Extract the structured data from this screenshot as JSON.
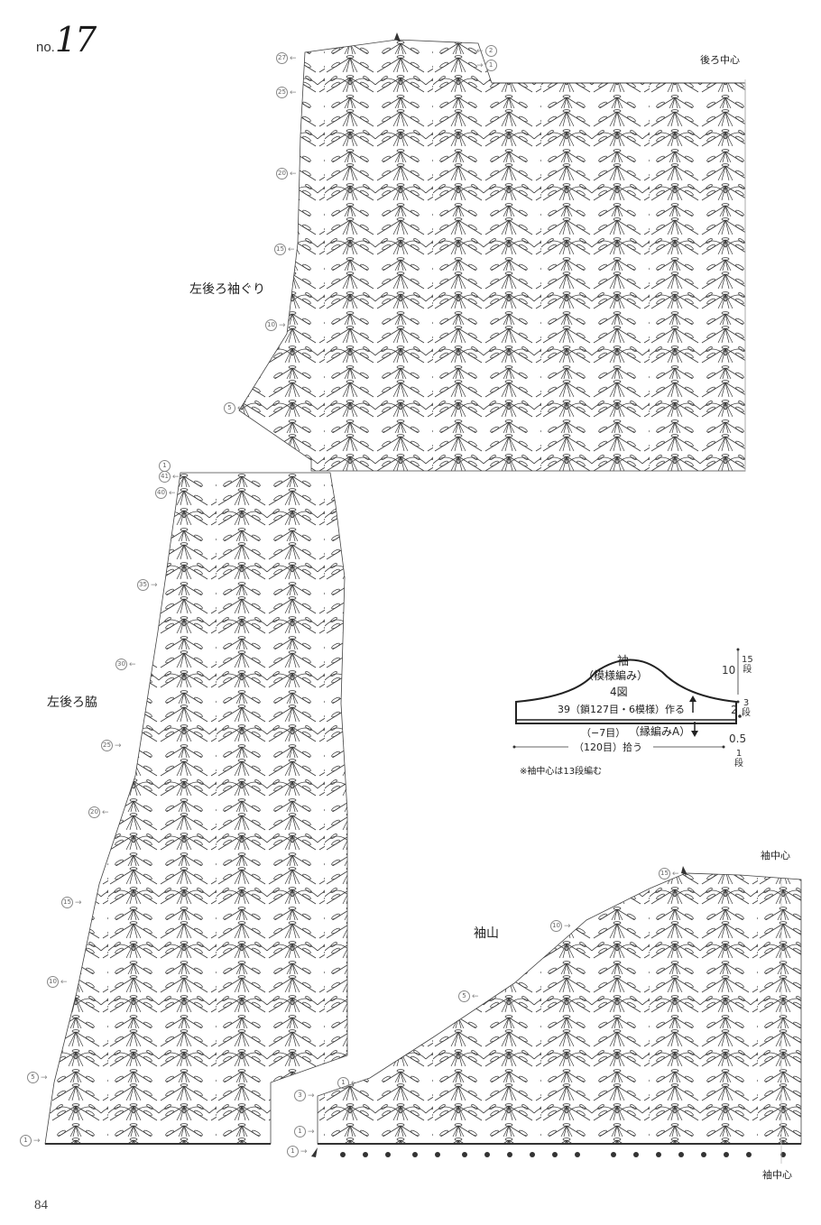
{
  "header": {
    "no_prefix": "no.",
    "pattern_number": "17"
  },
  "footer": {
    "page_number": "84"
  },
  "sections": {
    "armhole": {
      "label": "左後ろ袖ぐり"
    },
    "side": {
      "label": "左後ろ脇"
    },
    "sleeve_cap": {
      "label": "袖山"
    }
  },
  "top_panel": {
    "row_markers_left": [
      {
        "n": "27",
        "dir": "←"
      },
      {
        "n": "25",
        "dir": "←"
      },
      {
        "n": "20",
        "dir": "←"
      },
      {
        "n": "15",
        "dir": "←"
      },
      {
        "n": "10",
        "dir": "→"
      },
      {
        "n": "5",
        "dir": "←"
      }
    ],
    "row_markers_right": [
      {
        "n": "2",
        "dir": "←"
      },
      {
        "n": "1",
        "dir": "→"
      }
    ],
    "center_label": "後ろ中心"
  },
  "side_panel": {
    "row_markers": [
      {
        "n": "1",
        "dir": "←"
      },
      {
        "n": "41",
        "dir": "←"
      },
      {
        "n": "40",
        "dir": "←"
      },
      {
        "n": "35",
        "dir": "→"
      },
      {
        "n": "30",
        "dir": "←"
      },
      {
        "n": "25",
        "dir": "→"
      },
      {
        "n": "20",
        "dir": "←"
      },
      {
        "n": "15",
        "dir": "→"
      },
      {
        "n": "10",
        "dir": "←"
      },
      {
        "n": "5",
        "dir": "→"
      },
      {
        "n": "1",
        "dir": "→"
      }
    ]
  },
  "sleeve_panel": {
    "row_markers": [
      {
        "n": "15",
        "dir": "←"
      },
      {
        "n": "10",
        "dir": "→"
      },
      {
        "n": "5",
        "dir": "←"
      },
      {
        "n": "1",
        "dir": "←"
      },
      {
        "n": "3",
        "dir": "→"
      },
      {
        "n": "1",
        "dir": "→"
      },
      {
        "n": "1",
        "dir": "→"
      }
    ],
    "center_label_top": "袖中心",
    "center_label_bottom": "袖中心"
  },
  "sleeve_diagram": {
    "title": "袖",
    "subtitle": "（模様編み）",
    "figure": "4図",
    "foundation": "39（鎖127目・6模様）作る",
    "decrease": "（−7目）",
    "edging": "（縁編みA）",
    "pickup": "（120目）拾う",
    "note": "※袖中心は13段編む",
    "dims": [
      {
        "value": "10",
        "rows": "15",
        "unit": "段"
      },
      {
        "value": "2",
        "rows": "3",
        "unit": "段"
      },
      {
        "value": "0.5",
        "rows": "1",
        "unit": "段"
      }
    ]
  },
  "colors": {
    "ink": "#2a2a2a",
    "marker": "#888888",
    "paper": "#ffffff"
  }
}
